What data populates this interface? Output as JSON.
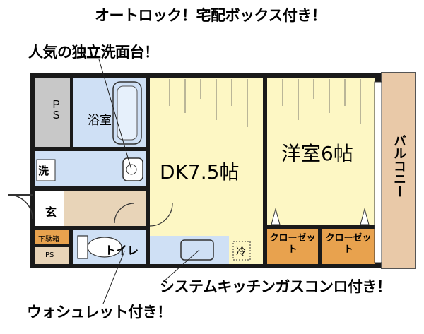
{
  "callouts": {
    "top": "オートロック！宅配ボックス付き！",
    "washbasin": "人気の独立洗面台！",
    "kitchen": "システムキッチンガスコンロ付き！",
    "toilet_feature": "ウォシュレット付き！"
  },
  "rooms": {
    "ps_top": "ＰＳ",
    "bath": "浴室",
    "wash": "洗",
    "entrance": "玄",
    "shoe_box": "下駄箱",
    "ps_bottom": "PS",
    "toilet": "トイレ",
    "dk": "DK7.5帖",
    "fridge": "冷",
    "western": "洋室6帖",
    "closet_1": "クローゼット",
    "closet_2": "クローゼット",
    "balcony": "バルコニー"
  },
  "colors": {
    "wall": "#1a1a1a",
    "tile_blue": "#cfe0f5",
    "floor_yellow": "#fdf7c4",
    "closet_orange": "#e8a24e",
    "balcony": "#e9c9a8",
    "ps_gray": "#c8c8c8",
    "entrance": "#e8d4b8"
  }
}
